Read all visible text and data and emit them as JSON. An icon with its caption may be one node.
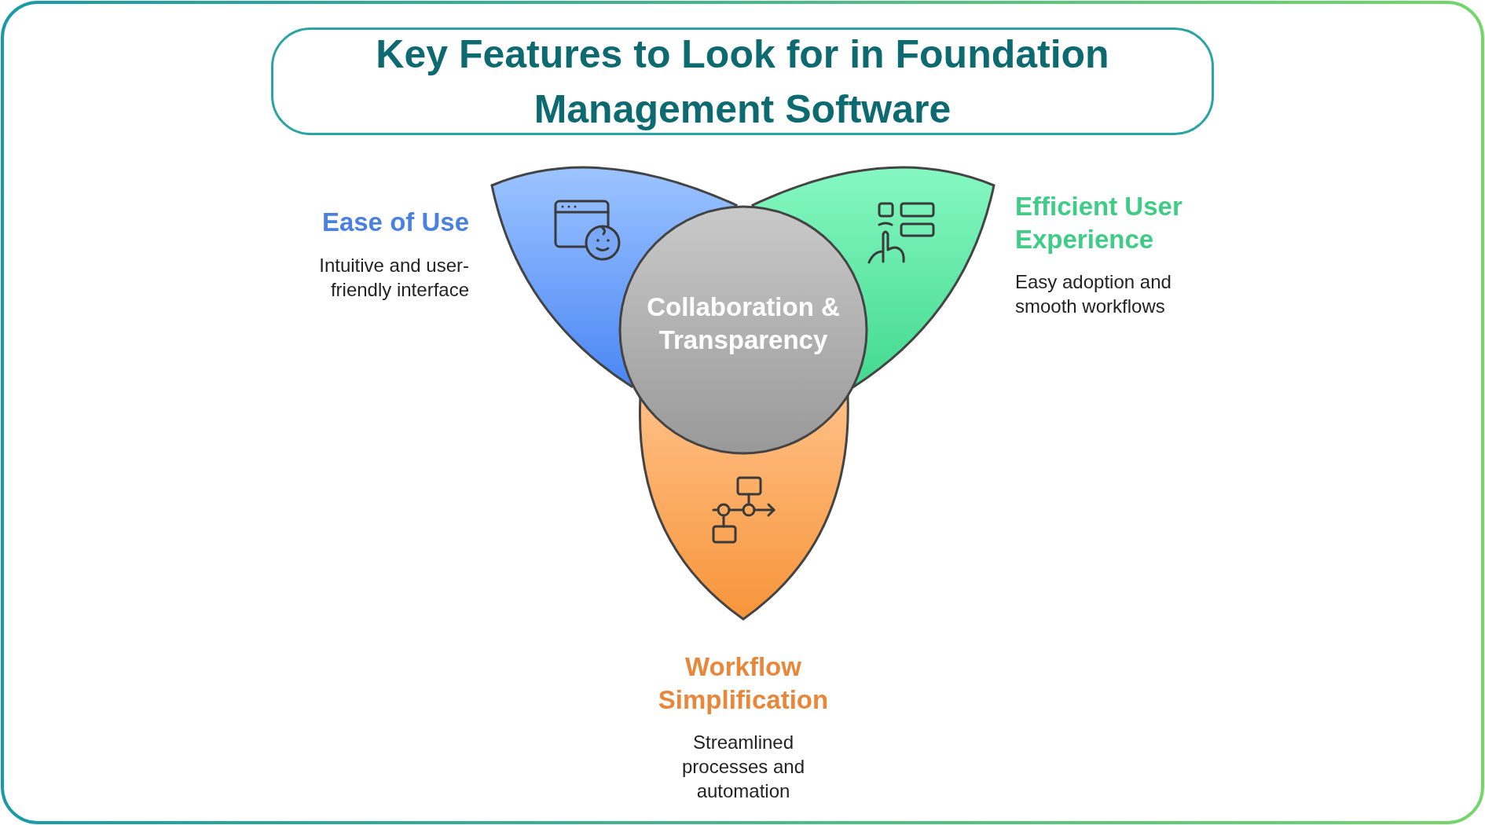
{
  "diagram": {
    "title": "Key Features to Look for in Foundation Management Software",
    "nodes": [
      {
        "text": [
          "Collaboration & Transparency"
        ]
      },
      {
        "text": [
          "Ease of Use",
          "Intuitive and user-friendly interface"
        ]
      },
      {
        "text": [
          "Efficient User Experience",
          "Easy adoption and smooth workflows"
        ]
      },
      {
        "text": [
          "Workflow Simplification",
          "Streamlined processes and automation"
        ]
      }
    ]
  }
}
